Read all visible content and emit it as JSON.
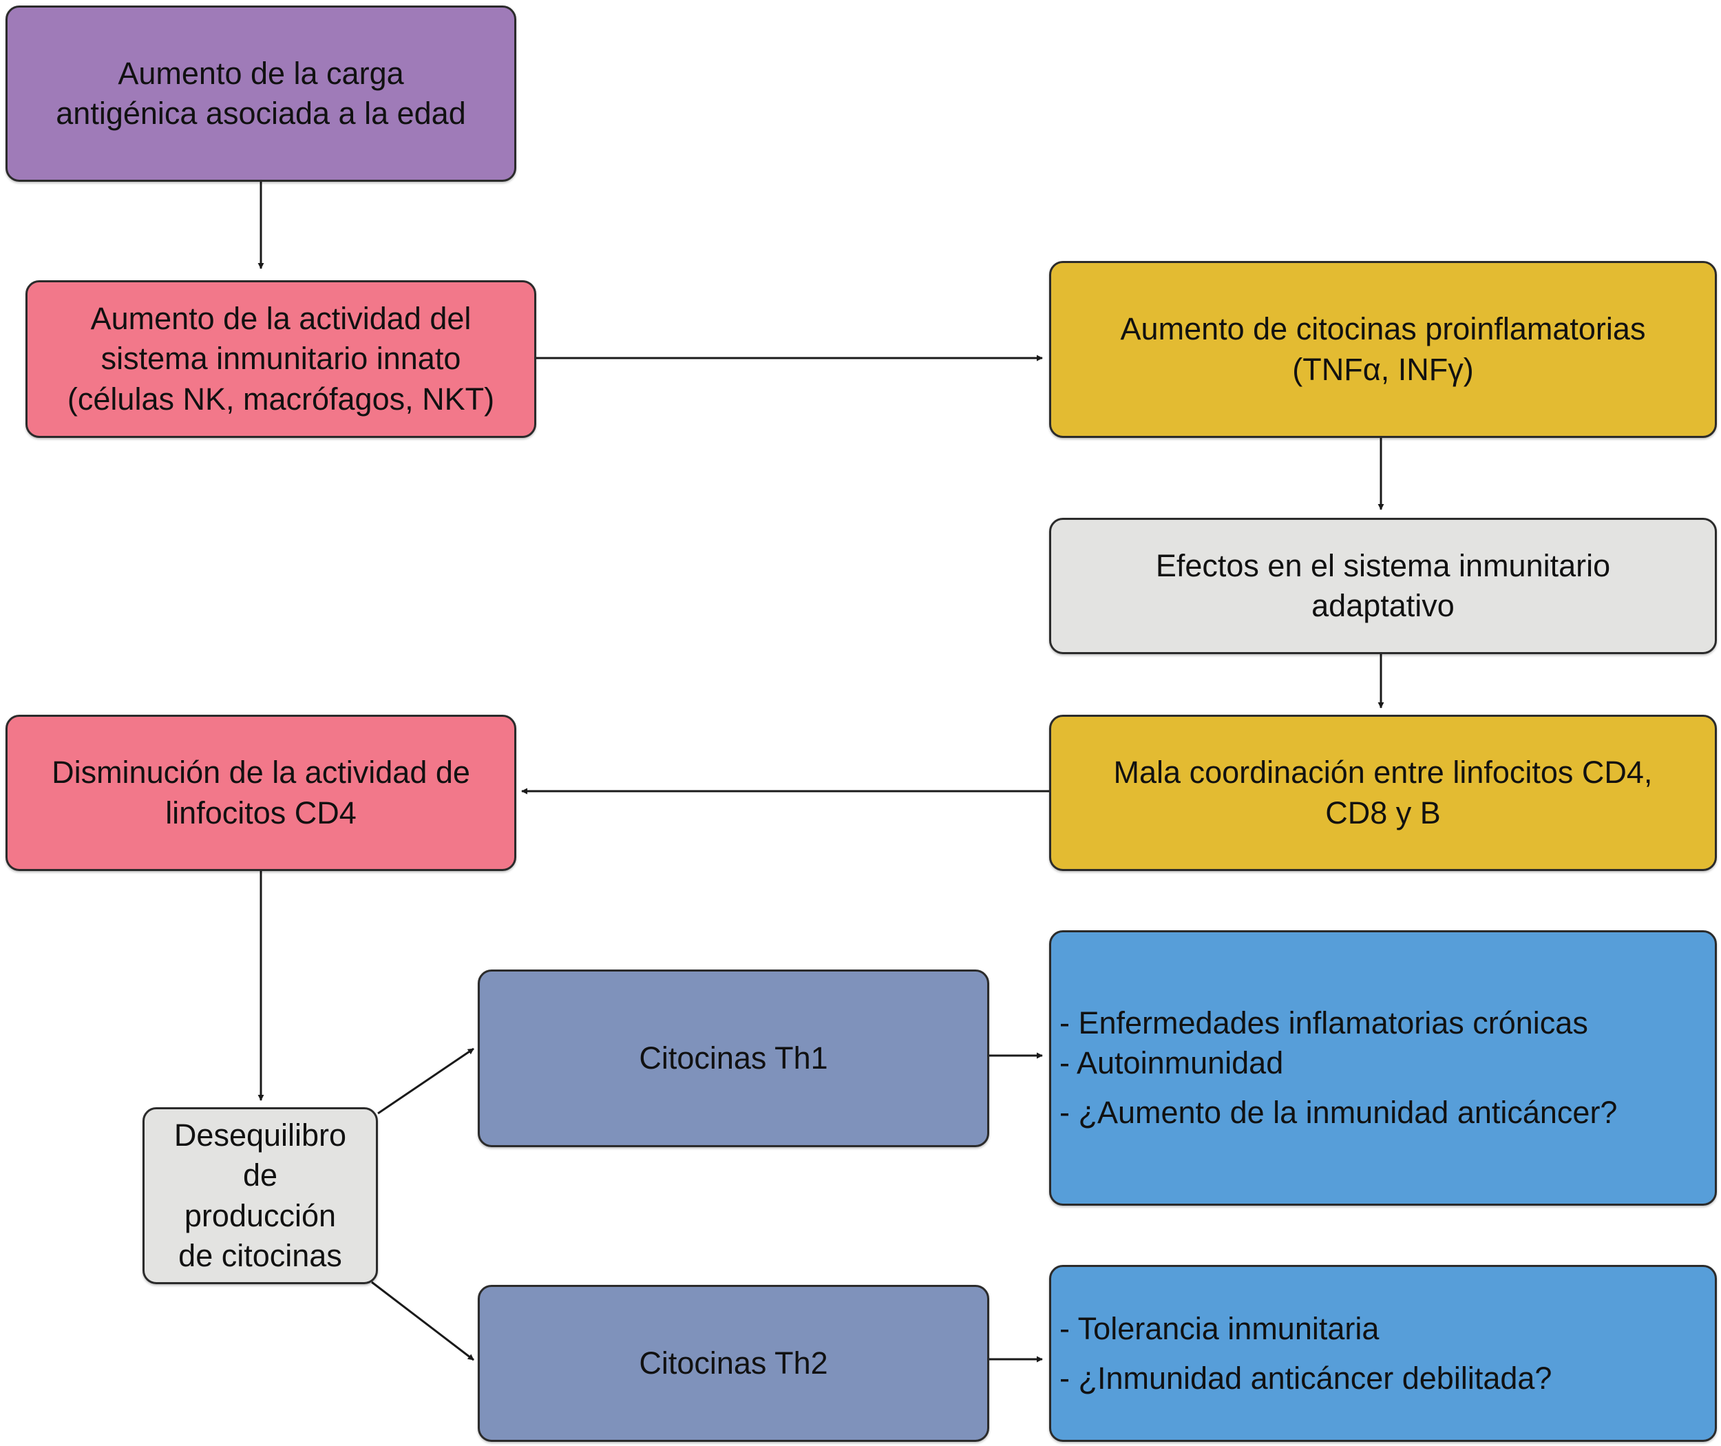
{
  "nodes": {
    "antigen_load": "Aumento de la carga\nantigénica asociada a la edad",
    "innate_activity": "Aumento de la actividad del\nsistema inmunitario innato\n(células NK, macrófagos, NKT)",
    "proinflammatory": "Aumento de citocinas proinflamatorias\n(TNFα, INFγ)",
    "adaptive_effects": "Efectos en el sistema inmunitario\nadaptativo",
    "coordination": "Mala coordinación entre linfocitos CD4,\nCD8 y B",
    "cd4_decrease": "Disminución de la actividad de\nlinfocitos CD4",
    "imbalance": "Desequilibro\nde\nproducción\nde citocinas",
    "th1": "Citocinas Th1",
    "th2": "Citocinas Th2"
  },
  "outcomes_th1": [
    "- Enfermedades inflamatorias crónicas",
    "- Autoinmunidad",
    "- ¿Aumento de la inmunidad anticáncer?"
  ],
  "outcomes_th2": [
    "- Tolerancia inmunitaria",
    "- ¿Inmunidad anticáncer debilitada?"
  ],
  "colors": {
    "purple": "#9f7bb8",
    "pink": "#f2788a",
    "gold": "#e3bb32",
    "grey": "#e3e3e1",
    "slate": "#7f92bb",
    "blue": "#579ed9"
  }
}
